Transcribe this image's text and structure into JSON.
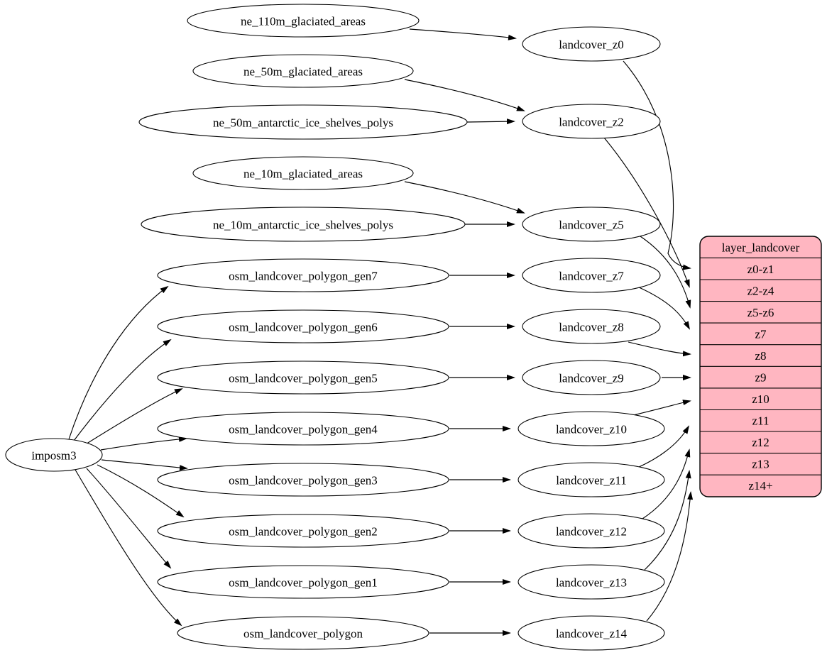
{
  "diagram": {
    "type": "graphviz-digraph",
    "colors": {
      "background": "#ffffff",
      "node_fill": "#ffffff",
      "node_stroke": "#000000",
      "edge_color": "#000000",
      "record_fill": "#ffb6c1"
    },
    "nodes": {
      "imposm3": {
        "label": "imposm3"
      },
      "ne_110m_glaciated_areas": {
        "label": "ne_110m_glaciated_areas"
      },
      "ne_50m_glaciated_areas": {
        "label": "ne_50m_glaciated_areas"
      },
      "ne_50m_antarctic_ice_shelves_polys": {
        "label": "ne_50m_antarctic_ice_shelves_polys"
      },
      "ne_10m_glaciated_areas": {
        "label": "ne_10m_glaciated_areas"
      },
      "ne_10m_antarctic_ice_shelves_polys": {
        "label": "ne_10m_antarctic_ice_shelves_polys"
      },
      "osm_landcover_polygon_gen7": {
        "label": "osm_landcover_polygon_gen7"
      },
      "osm_landcover_polygon_gen6": {
        "label": "osm_landcover_polygon_gen6"
      },
      "osm_landcover_polygon_gen5": {
        "label": "osm_landcover_polygon_gen5"
      },
      "osm_landcover_polygon_gen4": {
        "label": "osm_landcover_polygon_gen4"
      },
      "osm_landcover_polygon_gen3": {
        "label": "osm_landcover_polygon_gen3"
      },
      "osm_landcover_polygon_gen2": {
        "label": "osm_landcover_polygon_gen2"
      },
      "osm_landcover_polygon_gen1": {
        "label": "osm_landcover_polygon_gen1"
      },
      "osm_landcover_polygon": {
        "label": "osm_landcover_polygon"
      },
      "landcover_z0": {
        "label": "landcover_z0"
      },
      "landcover_z2": {
        "label": "landcover_z2"
      },
      "landcover_z5": {
        "label": "landcover_z5"
      },
      "landcover_z7": {
        "label": "landcover_z7"
      },
      "landcover_z8": {
        "label": "landcover_z8"
      },
      "landcover_z9": {
        "label": "landcover_z9"
      },
      "landcover_z10": {
        "label": "landcover_z10"
      },
      "landcover_z11": {
        "label": "landcover_z11"
      },
      "landcover_z12": {
        "label": "landcover_z12"
      },
      "landcover_z13": {
        "label": "landcover_z13"
      },
      "landcover_z14": {
        "label": "landcover_z14"
      }
    },
    "record": {
      "title": "layer_landcover",
      "fill": "#ffb6c1",
      "rows": [
        "z0-z1",
        "z2-z4",
        "z5-z6",
        "z7",
        "z8",
        "z9",
        "z10",
        "z11",
        "z12",
        "z13",
        "z14+"
      ]
    },
    "edges": [
      "ne_110m_glaciated_areas -> landcover_z0",
      "ne_50m_glaciated_areas -> landcover_z2",
      "ne_50m_antarctic_ice_shelves_polys -> landcover_z2",
      "ne_10m_glaciated_areas -> landcover_z5",
      "ne_10m_antarctic_ice_shelves_polys -> landcover_z5",
      "imposm3 -> osm_landcover_polygon_gen7",
      "imposm3 -> osm_landcover_polygon_gen6",
      "imposm3 -> osm_landcover_polygon_gen5",
      "imposm3 -> osm_landcover_polygon_gen4",
      "imposm3 -> osm_landcover_polygon_gen3",
      "imposm3 -> osm_landcover_polygon_gen2",
      "imposm3 -> osm_landcover_polygon_gen1",
      "imposm3 -> osm_landcover_polygon",
      "osm_landcover_polygon_gen7 -> landcover_z7",
      "osm_landcover_polygon_gen6 -> landcover_z8",
      "osm_landcover_polygon_gen5 -> landcover_z9",
      "osm_landcover_polygon_gen4 -> landcover_z10",
      "osm_landcover_polygon_gen3 -> landcover_z11",
      "osm_landcover_polygon_gen2 -> landcover_z12",
      "osm_landcover_polygon_gen1 -> landcover_z13",
      "osm_landcover_polygon -> landcover_z14",
      "landcover_z0 -> layer_landcover:z0-z1",
      "landcover_z2 -> layer_landcover:z2-z4",
      "landcover_z5 -> layer_landcover:z5-z6",
      "landcover_z7 -> layer_landcover:z7",
      "landcover_z8 -> layer_landcover:z8",
      "landcover_z9 -> layer_landcover:z9",
      "landcover_z10 -> layer_landcover:z10",
      "landcover_z11 -> layer_landcover:z11",
      "landcover_z12 -> layer_landcover:z12",
      "landcover_z13 -> layer_landcover:z13",
      "landcover_z14 -> layer_landcover:z14+"
    ]
  }
}
